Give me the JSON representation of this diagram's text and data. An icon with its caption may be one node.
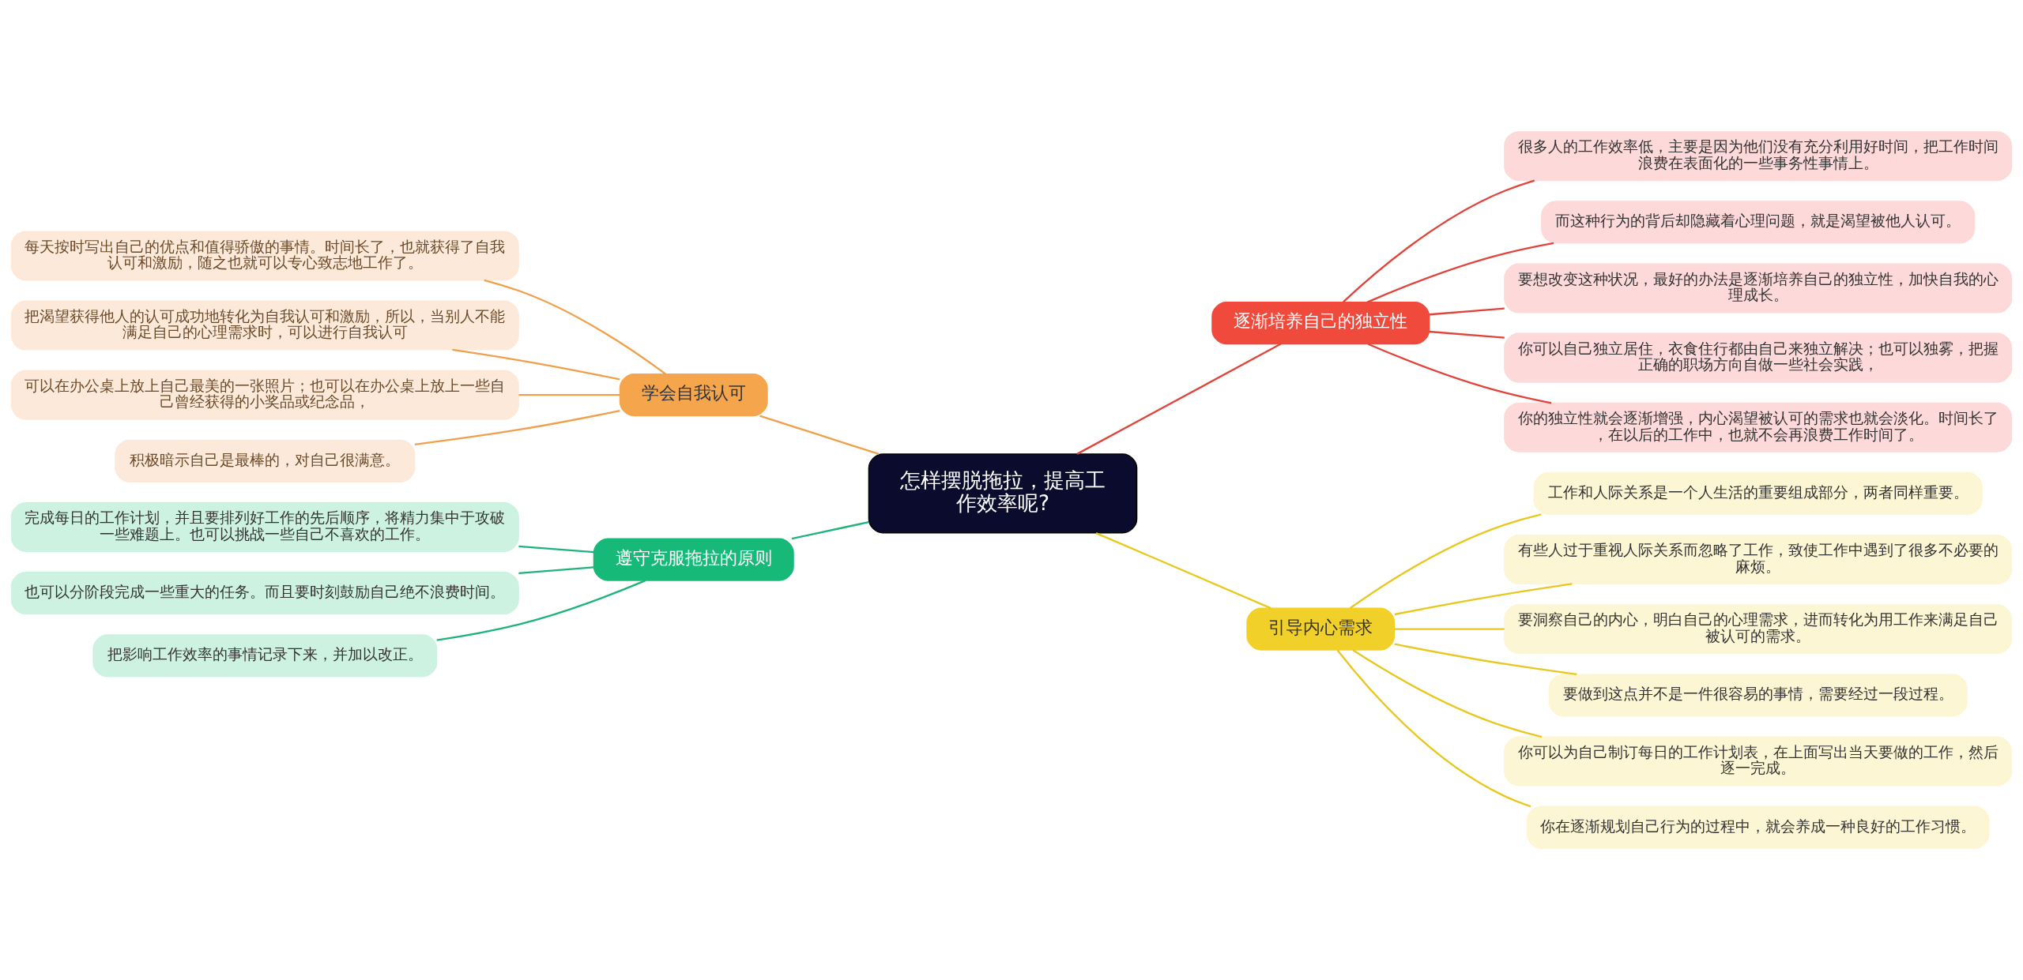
{
  "diagram": {
    "nodes": [
      {
        "text": [
          "怎样摆脱拖拉，提高工作效率呢?"
        ]
      },
      {
        "text": [
          "逐渐培养自己的独立性"
        ]
      },
      {
        "text": [
          "很多人的工作效率低，主要是因为他们没有充分利用好时间，把工作时间浪费在表面化的一些事务性事情上。"
        ]
      },
      {
        "text": [
          "而这种行为的背后却隐藏着心理问题，就是渴望被他人认可。"
        ]
      },
      {
        "text": [
          "要想改变这种状况，最好的办法是逐渐培养自己的独立性，加快自我的心理成长。"
        ]
      },
      {
        "text": [
          "你可以自己独立居住，衣食住行都由自己来独立解决；也可以独雾，把握正确的职场方向自做一些社会实践，"
        ]
      },
      {
        "text": [
          "你的独立性就会逐渐增强，内心渴望被认可的需求也就会淡化。时间长了，在以后的工作中，也就不会再浪费工作时间了。"
        ]
      },
      {
        "text": [
          "学会自我认可"
        ]
      },
      {
        "text": [
          "每天按时写出自己的优点和值得骄傲的事情。时间长了，也就获得了自我认可和激励，随之也就可以专心致志地工作了。"
        ]
      },
      {
        "text": [
          "把渴望获得他人的认可成功地转化为自我认可和激励，所以，当别人不能满足自己的心理需求时，可以进行自我认可"
        ]
      },
      {
        "text": [
          "可以在办公桌上放上自己最美的一张照片；也可以在办公桌上放上一些自己曾经获得的小奖品或纪念品，"
        ]
      },
      {
        "text": [
          "积极暗示自己是最棒的，对自己很满意。"
        ]
      },
      {
        "text": [
          "遵守克服拖拉的原则"
        ]
      },
      {
        "text": [
          "完成每日的工作计划，并且要排列好工作的先后顺序，将精力集中于攻破一些难题上。也可以挑战一些自己不喜欢的工作。"
        ]
      },
      {
        "text": [
          "也可以分阶段完成一些重大的任务。而且要时刻鼓励自己绝不浪费时间。"
        ]
      },
      {
        "text": [
          "把影响工作效率的事情记录下来，并加以改正。"
        ]
      },
      {
        "text": [
          "引导内心需求"
        ]
      },
      {
        "text": [
          "工作和人际关系是一个人生活的重要组成部分，两者同样重要。"
        ]
      },
      {
        "text": [
          "有些人过于重视人际关系而忽略了工作，致使工作中遇到了很多不必要的麻烦。"
        ]
      },
      {
        "text": [
          "要洞察自己的内心，明白自己的心理需求，进而转化为用工作来满足自己被认可的需求。"
        ]
      },
      {
        "text": [
          "要做到这点并不是一件很容易的事情，需要经过一段过程。"
        ]
      },
      {
        "text": [
          "你可以为自己制订每日的工作计划表，在上面写出当天要做的工作，然后逐一完成。"
        ]
      },
      {
        "text": [
          "你在逐渐规划自己行为的过程中，就会养成一种良好的工作习惯。"
        ]
      }
    ],
    "edges": [
      {
        "from": 0,
        "to": 1,
        "arrow": "none",
        "color": "#e0443a"
      },
      {
        "from": 1,
        "to": 2,
        "arrow": "none",
        "color": "#e0443a"
      },
      {
        "from": 1,
        "to": 3,
        "arrow": "none",
        "color": "#e0443a"
      },
      {
        "from": 1,
        "to": 4,
        "arrow": "none",
        "color": "#e0443a"
      },
      {
        "from": 1,
        "to": 5,
        "arrow": "none",
        "color": "#e0443a"
      },
      {
        "from": 1,
        "to": 6,
        "arrow": "none",
        "color": "#e0443a"
      },
      {
        "from": 0,
        "to": 7,
        "arrow": "none",
        "color": "#f0a04a"
      },
      {
        "from": 7,
        "to": 8,
        "arrow": "none",
        "color": "#f0a04a"
      },
      {
        "from": 7,
        "to": 9,
        "arrow": "none",
        "color": "#f0a04a"
      },
      {
        "from": 7,
        "to": 10,
        "arrow": "none",
        "color": "#f0a04a"
      },
      {
        "from": 7,
        "to": 11,
        "arrow": "none",
        "color": "#f0a04a"
      },
      {
        "from": 0,
        "to": 12,
        "arrow": "none",
        "color": "#1db37a"
      },
      {
        "from": 12,
        "to": 13,
        "arrow": "none",
        "color": "#1db37a"
      },
      {
        "from": 12,
        "to": 14,
        "arrow": "none",
        "color": "#1db37a"
      },
      {
        "from": 12,
        "to": 15,
        "arrow": "none",
        "color": "#1db37a"
      },
      {
        "from": 0,
        "to": 16,
        "arrow": "none",
        "color": "#e8c81e"
      },
      {
        "from": 16,
        "to": 17,
        "arrow": "none",
        "color": "#e8c81e"
      },
      {
        "from": 16,
        "to": 18,
        "arrow": "none",
        "color": "#e8c81e"
      },
      {
        "from": 16,
        "to": 19,
        "arrow": "none",
        "color": "#e8c81e"
      },
      {
        "from": 16,
        "to": 20,
        "arrow": "none",
        "color": "#e8c81e"
      },
      {
        "from": 16,
        "to": 21,
        "arrow": "none",
        "color": "#e8c81e"
      },
      {
        "from": 16,
        "to": 22,
        "arrow": "none",
        "color": "#e8c81e"
      }
    ]
  }
}
